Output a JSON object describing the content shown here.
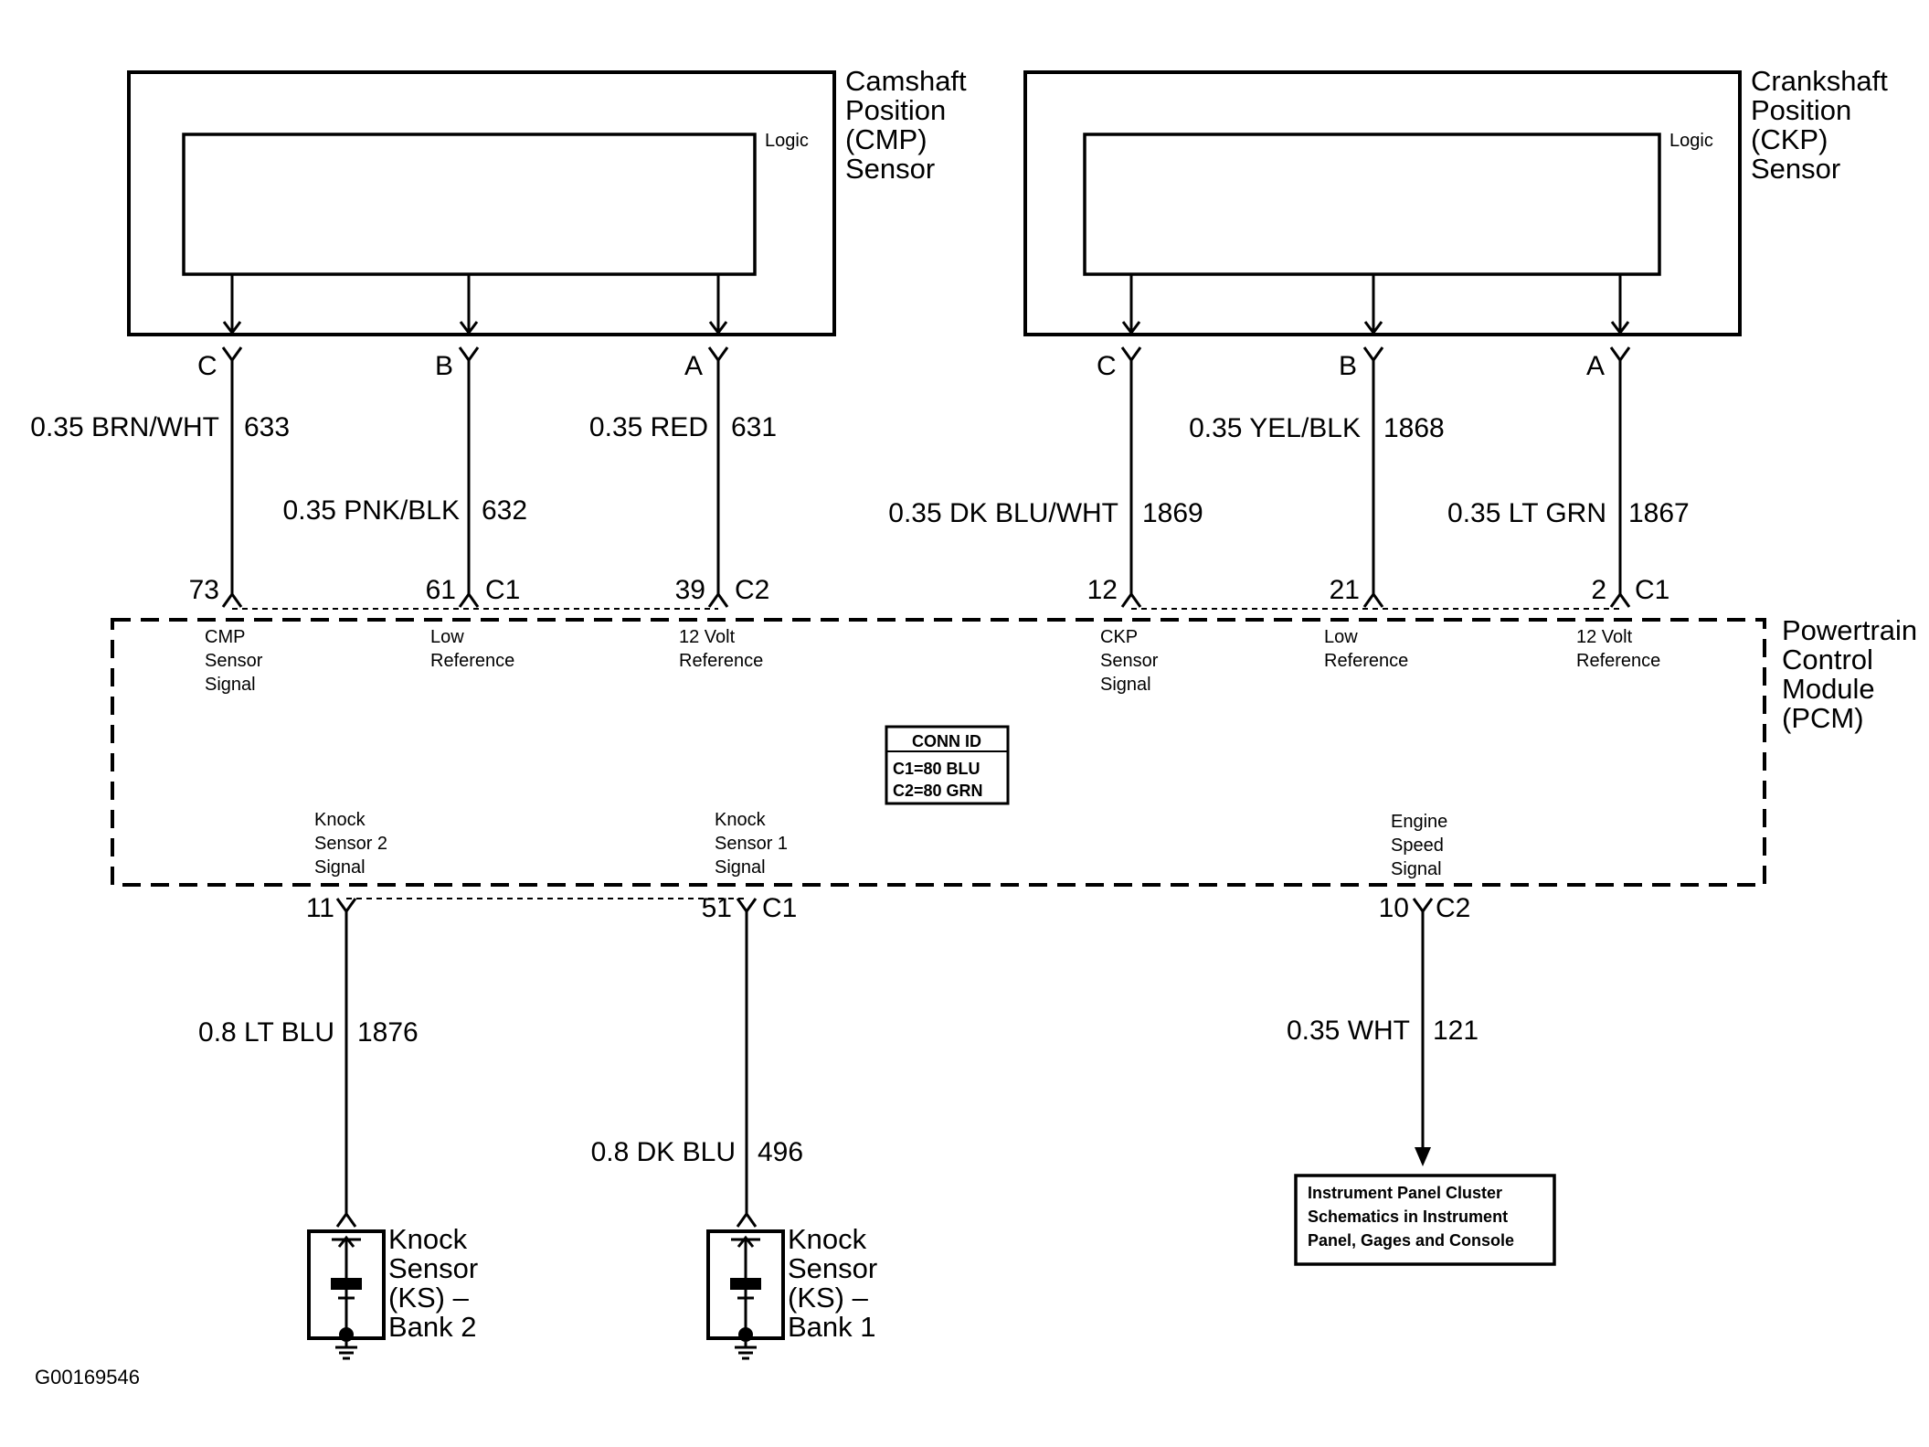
{
  "cmp_sensor": {
    "name_lines": [
      "Camshaft",
      "Position",
      "(CMP)",
      "Sensor"
    ],
    "logic": "Logic",
    "terminals": [
      "C",
      "B",
      "A"
    ]
  },
  "ckp_sensor": {
    "name_lines": [
      "Crankshaft",
      "Position",
      "(CKP)",
      "Sensor"
    ],
    "logic": "Logic",
    "terminals": [
      "C",
      "B",
      "A"
    ]
  },
  "cmp_wires": [
    {
      "gauge_color": "0.35 BRN/WHT",
      "circuit": "633",
      "pin": "73",
      "connector": ""
    },
    {
      "gauge_color": "0.35 PNK/BLK",
      "circuit": "632",
      "pin": "61",
      "connector": "C1"
    },
    {
      "gauge_color": "0.35 RED",
      "circuit": "631",
      "pin": "39",
      "connector": "C2"
    }
  ],
  "ckp_wires": [
    {
      "gauge_color": "0.35 DK BLU/WHT",
      "circuit": "1869",
      "pin": "12",
      "connector": ""
    },
    {
      "gauge_color": "0.35 YEL/BLK",
      "circuit": "1868",
      "pin": "21",
      "connector": ""
    },
    {
      "gauge_color": "0.35 LT GRN",
      "circuit": "1867",
      "pin": "2",
      "connector": "C1"
    }
  ],
  "pcm": {
    "name_lines": [
      "Powertrain",
      "Control",
      "Module",
      "(PCM)"
    ],
    "top_signals": [
      [
        "CMP",
        "Sensor",
        "Signal"
      ],
      [
        "Low",
        "Reference"
      ],
      [
        "12 Volt",
        "Reference"
      ],
      [
        "CKP",
        "Sensor",
        "Signal"
      ],
      [
        "Low",
        "Reference"
      ],
      [
        "12 Volt",
        "Reference"
      ]
    ],
    "bottom_signals": [
      [
        "Knock",
        "Sensor 2",
        "Signal"
      ],
      [
        "Knock",
        "Sensor 1",
        "Signal"
      ],
      [
        "Engine",
        "Speed",
        "Signal"
      ]
    ],
    "conn_id": {
      "title": "CONN ID",
      "lines": [
        "C1=80 BLU",
        "C2=80 GRN"
      ]
    }
  },
  "bottom_wires": [
    {
      "gauge_color": "0.8 LT BLU",
      "circuit": "1876",
      "pin": "11",
      "connector": ""
    },
    {
      "gauge_color": "0.8 DK BLU",
      "circuit": "496",
      "pin": "51",
      "connector": "C1"
    },
    {
      "gauge_color": "0.35 WHT",
      "circuit": "121",
      "pin": "10",
      "connector": "C2"
    }
  ],
  "knock_sensor_2": {
    "name_lines": [
      "Knock",
      "Sensor",
      "(KS) –",
      "Bank 2"
    ]
  },
  "knock_sensor_1": {
    "name_lines": [
      "Knock",
      "Sensor",
      "(KS) –",
      "Bank 1"
    ]
  },
  "ipc_ref": {
    "lines": [
      "Instrument Panel Cluster",
      "Schematics in Instrument",
      "Panel, Gages and Console"
    ]
  },
  "figure_id": "G00169546"
}
